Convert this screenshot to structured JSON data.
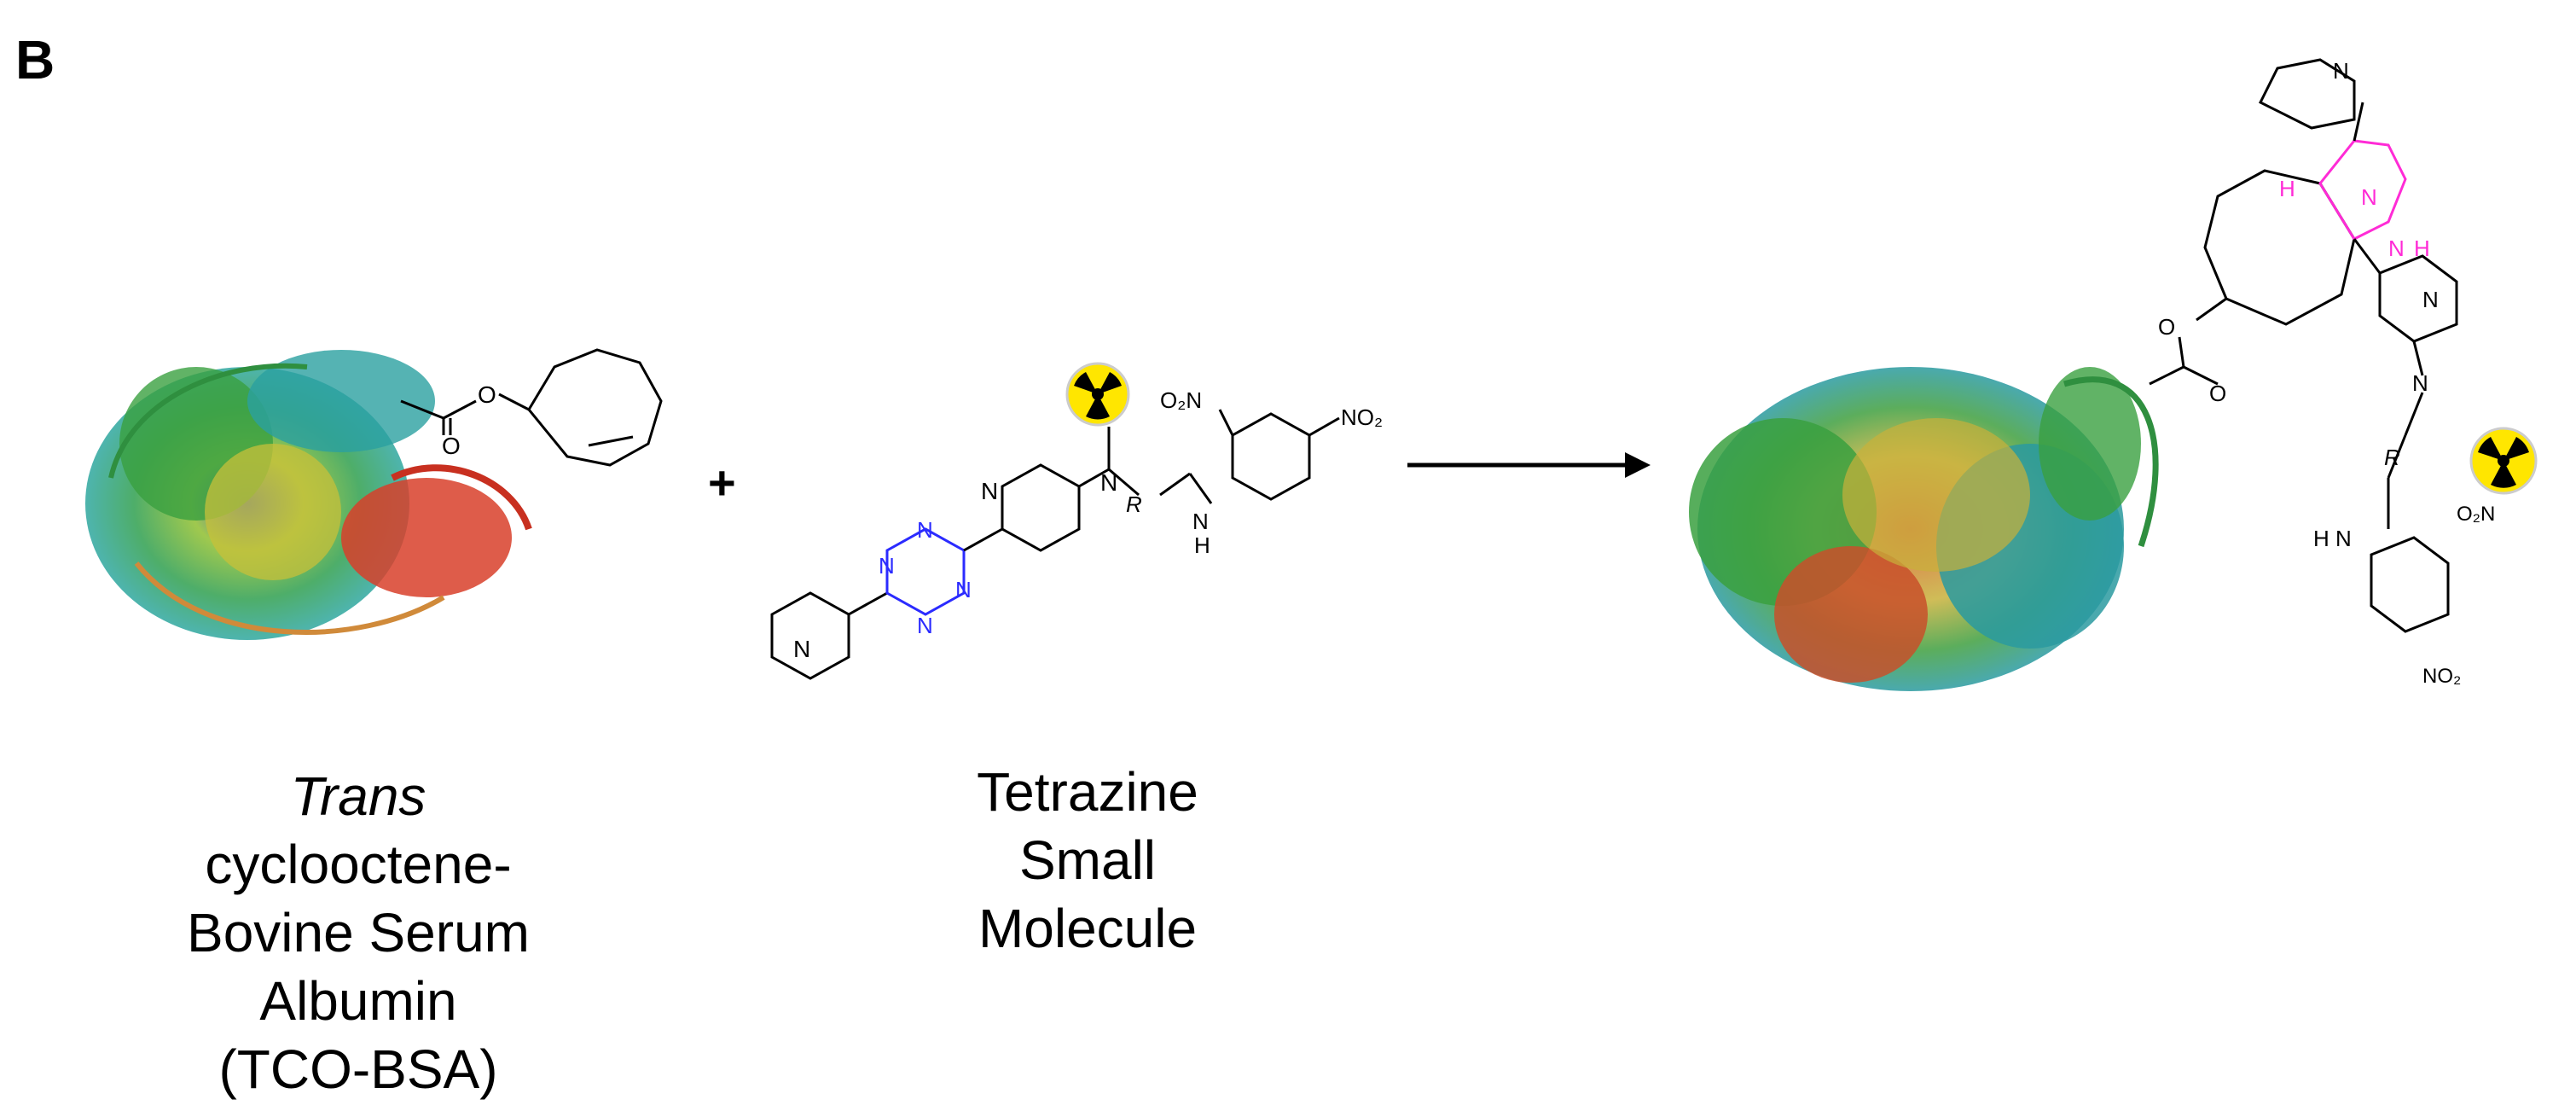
{
  "panel_label": "B",
  "plus_sign": "+",
  "captions": {
    "tco_bsa": {
      "italic": "Trans",
      "lines": [
        "cyclooctene-",
        "Bovine Serum",
        "Albumin",
        "(TCO-BSA)"
      ]
    },
    "tetrazine": {
      "lines": [
        "Tetrazine",
        "Small",
        "Molecule"
      ]
    }
  },
  "atom_labels": {
    "ester_o": "O",
    "carbonyl_o": "O",
    "nitrogen": "N",
    "nh_n": "N",
    "nh_h": "H",
    "hydrogen": "H",
    "r_group": "R",
    "nitro_ortho": "O₂N",
    "nitro_para": "NO₂",
    "no2_left": "O₂N",
    "no2_right": "NO₂"
  },
  "colors": {
    "tetrazine_ring": "#2b2bff",
    "dihydropyridazine_ring": "#ff2bd6",
    "radiation_symbol": "#ffe600",
    "arrow": "#000000"
  }
}
